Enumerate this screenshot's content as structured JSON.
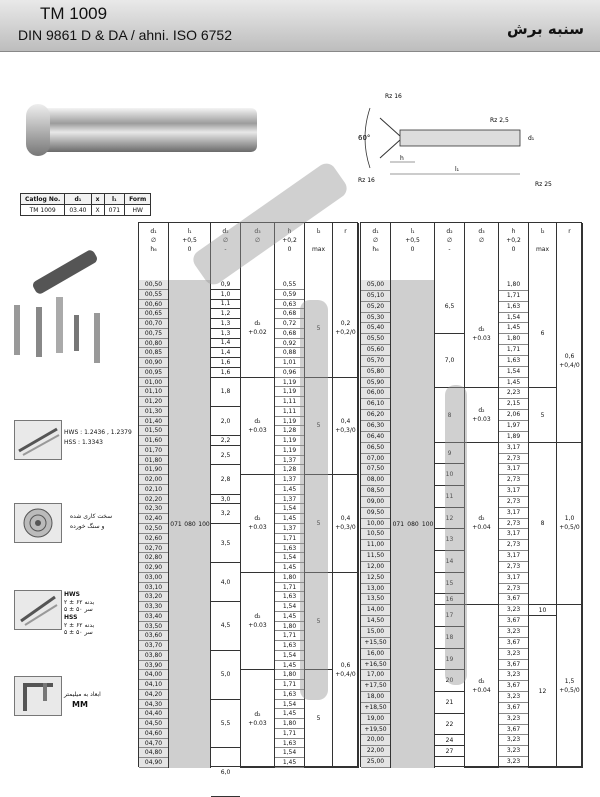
{
  "header": {
    "title": "TM 1009",
    "subtitle": "DIN 9861 D & DA / ahni. ISO 6752",
    "fa_title": "سنبه برش"
  },
  "drawing": {
    "rz16": "Rz 16",
    "rz25": "Rz 2,5",
    "angle": "60°",
    "h": "h",
    "l1": "l₁",
    "d1": "d₁",
    "rz16b": "Rz 16",
    "rz25b": "Rz 25"
  },
  "catalog": {
    "headers": [
      "Catlog No.",
      "d₁",
      "x",
      "l₁",
      "Form"
    ],
    "values": [
      "TM 1009",
      "03.40",
      "X",
      "071",
      "HW"
    ]
  },
  "materials": {
    "hws": "HWS : 1.2436 , 1.2379",
    "hss": "HSS : 1.3343"
  },
  "hardness": {
    "text1": "سخت کاری شده",
    "text2": "و سنگ خورده"
  },
  "hw2": {
    "hws": "HWS",
    "hws_fa": "بدنه ۶۲ ± ۲",
    "hws_fa2": "سر ۵۰ ± ۵",
    "hss": "HSS",
    "hss_fa": "بدنه ۶۲ ± ۲",
    "hss_fa2": "سر ۵۰ ± ۵"
  },
  "mm": {
    "fa": "ابعاد به میلیمتر",
    "en": "MM"
  },
  "table": {
    "headers": {
      "d1": "d₁\n∅\nh₆",
      "l1": "l₁\n+0,5\n0",
      "d2": "d₂\n∅\n-",
      "d3": "d₃\n∅",
      "h": "h\n+0,2\n0",
      "l2": "l₂\n\nmax",
      "r": "r"
    },
    "left": {
      "d1": [
        "00,50",
        "00,55",
        "00,60",
        "00,65",
        "00,70",
        "00,75",
        "00,80",
        "00,85",
        "00,90",
        "00,95",
        "01,00",
        "01,10",
        "01,20",
        "01,30",
        "01,40",
        "01,50",
        "01,60",
        "01,70",
        "01,80",
        "01,90",
        "02,00",
        "02,10",
        "02,20",
        "02,30",
        "02,40",
        "02,50",
        "02,60",
        "02,70",
        "02,80",
        "02,90",
        "03,00",
        "03,10",
        "03,20",
        "03,30",
        "03,40",
        "03,50",
        "03,60",
        "03,70",
        "03,80",
        "03,90",
        "04,00",
        "04,10",
        "04,20",
        "04,30",
        "04,40",
        "04,50",
        "04,60",
        "04,70",
        "04,80",
        "04,90"
      ],
      "h": [
        "0,55",
        "0,59",
        "0,63",
        "0,68",
        "0,72",
        "0,68",
        "0,92",
        "0,88",
        "1,01",
        "0,96",
        "1,19",
        "1,19",
        "1,11",
        "1,11",
        "1,19",
        "1,28",
        "1,19",
        "1,19",
        "1,37",
        "1,28",
        "1,37",
        "1,45",
        "1,37",
        "1,54",
        "1,45",
        "1,37",
        "1,71",
        "1,63",
        "1,54",
        "1,45",
        "1,80",
        "1,71",
        "1,63",
        "1,54",
        "1,45",
        "1,80",
        "1,71",
        "1,63",
        "1,54",
        "1,45",
        "1,80",
        "1,71",
        "1,63",
        "1,54",
        "1,45",
        "1,80",
        "1,71",
        "1,63",
        "1,54",
        "1,45"
      ],
      "d2": [
        [
          "0,9",
          1
        ],
        [
          "1,0",
          1
        ],
        [
          "1,1",
          1
        ],
        [
          "1,2",
          1
        ],
        [
          "1,3",
          1
        ],
        [
          "1,3",
          1
        ],
        [
          "1,4",
          1
        ],
        [
          "1,4",
          1
        ],
        [
          "1,6",
          1
        ],
        [
          "1,6",
          1
        ],
        [
          "1,8",
          3
        ],
        [
          "2,0",
          3
        ],
        [
          "2,2",
          1
        ],
        [
          "2,5",
          2
        ],
        [
          "2,8",
          3
        ],
        [
          "3,0",
          1
        ],
        [
          "3,2",
          2
        ],
        [
          "3,5",
          4
        ],
        [
          "4,0",
          4
        ],
        [
          "4,5",
          5
        ],
        [
          "5,0",
          5
        ],
        [
          "5,5",
          5
        ],
        [
          "6,0",
          5
        ]
      ],
      "d3": [
        [
          "d₂\n+0.02",
          10
        ],
        [
          "d₂\n+0.03",
          10
        ],
        [
          "d₂\n+0.03",
          10
        ],
        [
          "d₂\n+0.03",
          10
        ],
        [
          "d₂\n+0.03",
          10
        ]
      ],
      "l2": [
        [
          "5",
          10
        ],
        [
          "5",
          10
        ],
        [
          "5",
          10
        ],
        [
          "5",
          10
        ],
        [
          "5",
          10
        ]
      ],
      "r": [
        [
          "0,2\n+0,2/0",
          10
        ],
        [
          "0,4\n+0,3/0",
          10
        ],
        [
          "0,4\n+0,3/0",
          10
        ],
        [
          "0,6\n+0,4/0",
          20
        ]
      ],
      "l1": [
        "071",
        "080",
        "100"
      ]
    },
    "right": {
      "d1": [
        "05,00",
        "05,10",
        "05,20",
        "05,30",
        "05,40",
        "05,50",
        "05,60",
        "05,70",
        "05,80",
        "05,90",
        "06,00",
        "06,10",
        "06,20",
        "06,30",
        "06,40",
        "06,50",
        "07,00",
        "07,50",
        "08,00",
        "08,50",
        "09,00",
        "09,50",
        "10,00",
        "10,50",
        "11,00",
        "11,50",
        "12,00",
        "12,50",
        "13,00",
        "13,50",
        "14,00",
        "14,50",
        "15,00",
        "+15,50",
        "16,00",
        "+16,50",
        "17,00",
        "+17,50",
        "18,00",
        "+18,50",
        "19,00",
        "+19,50",
        "20,00",
        "22,00",
        "25,00"
      ],
      "h": [
        "1,80",
        "1,71",
        "1,63",
        "1,54",
        "1,45",
        "1,80",
        "1,71",
        "1,63",
        "1,54",
        "1,45",
        "2,23",
        "2,15",
        "2,06",
        "1,97",
        "1,89",
        "3,17",
        "2,73",
        "3,17",
        "2,73",
        "3,17",
        "2,73",
        "3,17",
        "2,73",
        "3,17",
        "2,73",
        "3,17",
        "2,73",
        "3,17",
        "2,73",
        "3,67",
        "3,23",
        "3,67",
        "3,23",
        "3,67",
        "3,23",
        "3,67",
        "3,23",
        "3,67",
        "3,23",
        "3,67",
        "3,23",
        "3,67",
        "3,23",
        "3,23",
        "3,23"
      ],
      "d2": [
        [
          "6,5",
          5
        ],
        [
          "7,0",
          5
        ],
        [
          "8",
          5
        ],
        [
          "9",
          2
        ],
        [
          "10",
          2
        ],
        [
          "11",
          2
        ],
        [
          "12",
          2
        ],
        [
          "13",
          2
        ],
        [
          "14",
          2
        ],
        [
          "15",
          2
        ],
        [
          "16",
          1
        ],
        [
          "17",
          2
        ],
        [
          "18",
          2
        ],
        [
          "19",
          2
        ],
        [
          "20",
          2
        ],
        [
          "21",
          2
        ],
        [
          "22",
          2
        ],
        [
          "24",
          1
        ],
        [
          "27",
          1
        ]
      ],
      "d3": [
        [
          "d₂\n+0.03",
          10
        ],
        [
          "d₂\n+0.03",
          5
        ],
        [
          "d₂\n+0.04",
          15
        ],
        [
          "d₂\n+0.04",
          15
        ]
      ],
      "l2": [
        [
          "6",
          10
        ],
        [
          "5",
          5
        ],
        [
          "8",
          15
        ],
        [
          "10",
          1
        ],
        [
          "12",
          14
        ]
      ],
      "r": [
        [
          "0,6\n+0,4/0",
          15
        ],
        [
          "1,0\n+0,5/0",
          15
        ],
        [
          "1,5\n+0,5/0",
          15
        ]
      ],
      "l1": [
        "071",
        "080",
        "100"
      ]
    }
  }
}
